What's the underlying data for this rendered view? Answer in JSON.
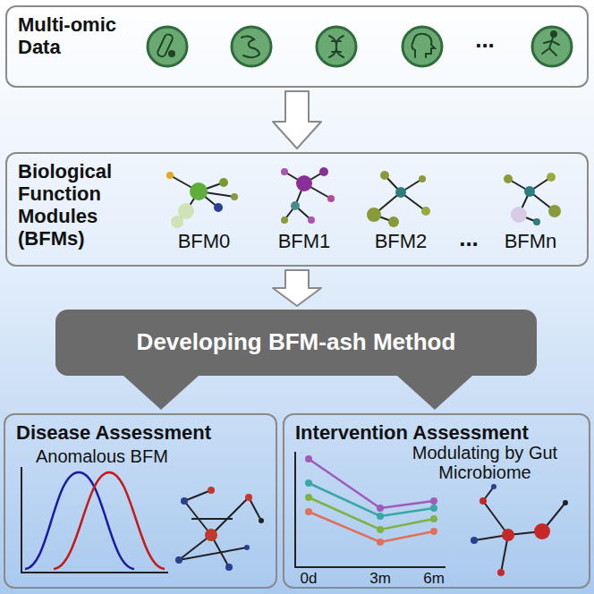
{
  "diagram": {
    "nodes": [
      {
        "text": [
          "Multi-omic Data"
        ]
      },
      {
        "text": [
          "Biological Function Modules (BFMs)"
        ]
      },
      {
        "text": [
          "Developing BFM-ash Method"
        ]
      },
      {
        "text": [
          "Disease Assessment",
          "Anomalous BFM"
        ]
      },
      {
        "text": [
          "Intervention Assessment",
          "Modulating by Gut Microbiome"
        ]
      }
    ],
    "edges": [
      {
        "from": 0,
        "to": 1,
        "arrow": "to"
      },
      {
        "from": 1,
        "to": 2,
        "arrow": "to"
      },
      {
        "from": 2,
        "to": 3,
        "arrow": "to"
      },
      {
        "from": 2,
        "to": 4,
        "arrow": "to"
      }
    ],
    "labels": [
      "...",
      "BFM0",
      "BFM1",
      "BFM2",
      "...",
      "BFMn",
      "0d",
      "3m",
      "6m"
    ]
  }
}
